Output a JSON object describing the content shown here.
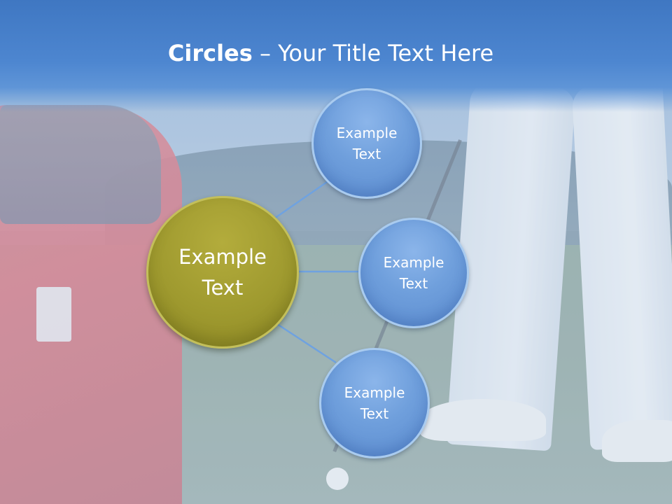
{
  "title": {
    "bold_part": "Circles",
    "rest": " – Your Title Text Here"
  },
  "center_circle": {
    "label": "Example Text"
  },
  "circles": [
    {
      "label": "Example Text"
    },
    {
      "label": "Example Text"
    },
    {
      "label": "Example Text"
    }
  ],
  "colors": {
    "title_band": "#4a82cd",
    "center_circle": "#9f9a2f",
    "outer_circle": "#6f9fdc",
    "connector": "#6fa2e0"
  }
}
